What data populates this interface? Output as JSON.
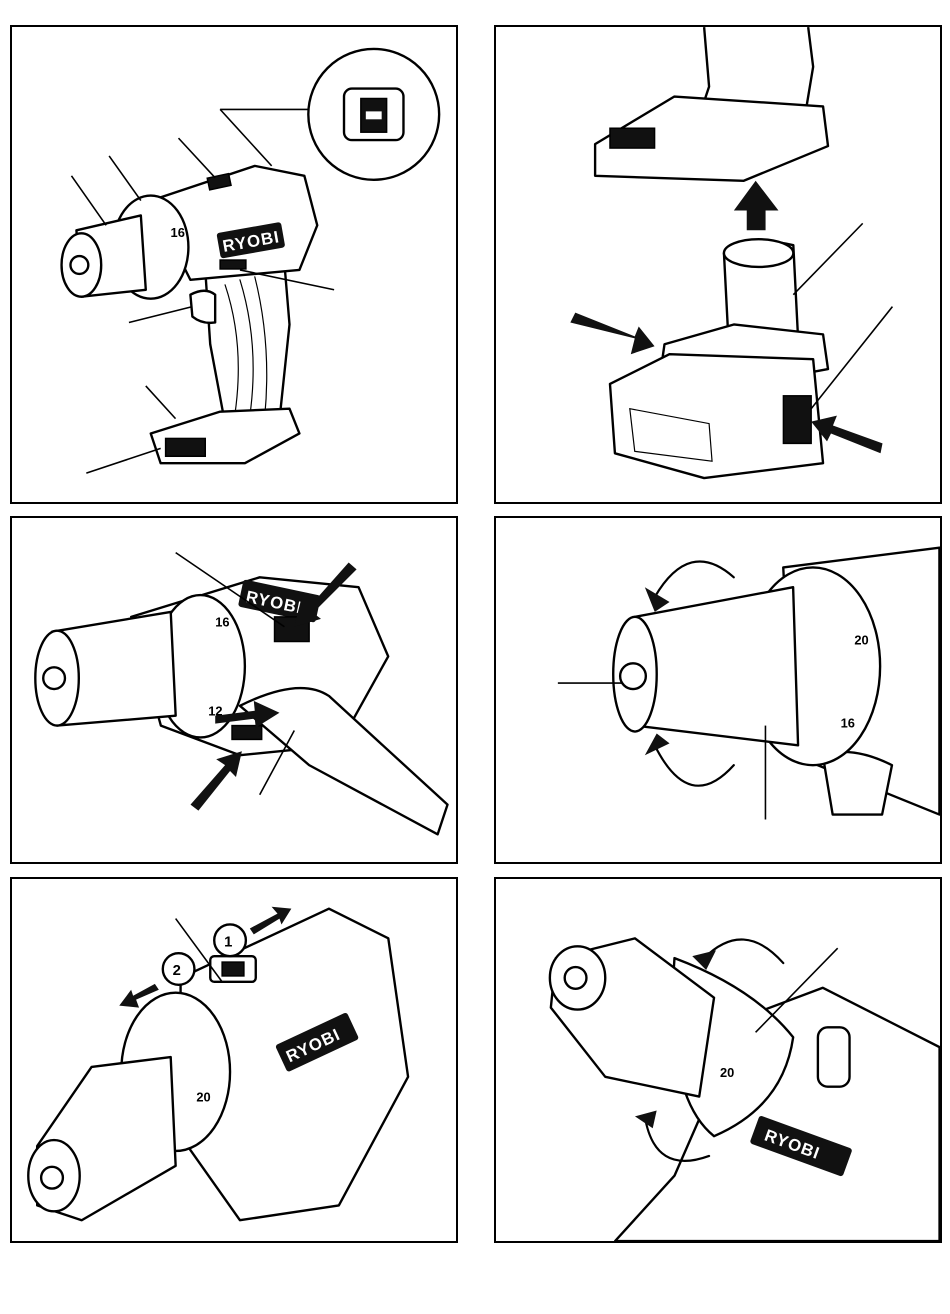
{
  "figures": [
    {
      "id": "fig1",
      "brand_label": "RYOBI",
      "scale_marks": [
        "16"
      ]
    },
    {
      "id": "fig2"
    },
    {
      "id": "fig3",
      "brand_label": "RYOBI",
      "scale_marks": [
        "16",
        "12"
      ]
    },
    {
      "id": "fig4",
      "scale_marks": [
        "20",
        "16"
      ]
    },
    {
      "id": "fig5",
      "brand_label": "RYOBI",
      "step_labels": [
        "1",
        "2"
      ],
      "scale_marks": [
        "20"
      ]
    },
    {
      "id": "fig6",
      "brand_label": "RYOBI",
      "scale_marks": [
        "20"
      ]
    }
  ],
  "colors": {
    "line": "#000000",
    "background": "#ffffff"
  }
}
